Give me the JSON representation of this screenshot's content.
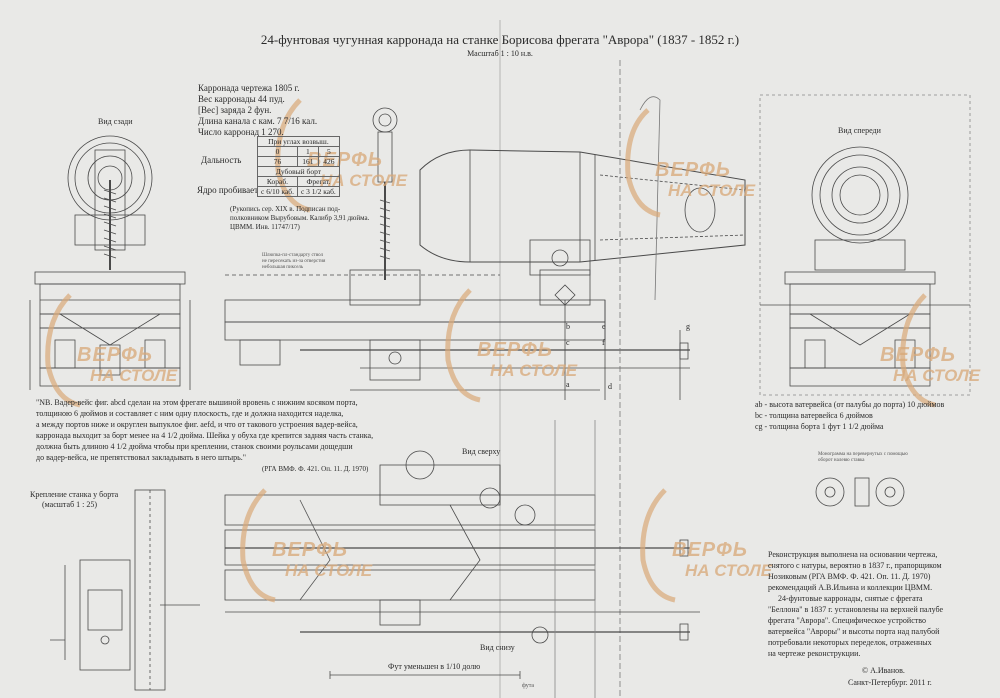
{
  "title": "24-фунтовая чугунная карронада на станке Борисова фрегата \"Аврора\" (1837 - 1852 г.)",
  "scale": "Масштаб 1 : 10 н.в.",
  "views": {
    "rear": "Вид сзади",
    "front": "Вид спереди",
    "top": "Вид сверху",
    "bottom": "Вид снизу",
    "mount": "Крепление станка у борта",
    "mount_scale": "(масштаб 1 : 25)"
  },
  "specs": [
    "Карронада чертежа 1805 г.",
    "Вес карронады 44 пуд.",
    "[Вес] заряда 2 фун.",
    "Длина канала с кам. 7 7/16 кал.",
    "Число карронад 1 270."
  ],
  "table": {
    "head": "При углах возвыш.",
    "angles": [
      "0",
      "1",
      "5"
    ],
    "range_label": "Дальность",
    "ranges": [
      "76",
      "161",
      "426"
    ],
    "armor_head": "Дубовый борт",
    "ship": "Кораб.",
    "frigate": "Фрегат.",
    "pierce_label": "Ядро пробивает",
    "pierce_ship": "с 6/10 каб.",
    "pierce_frigate": "с 3 1/2 каб."
  },
  "source_note": [
    "(Рукопись сер. XIX в. Подписан под-",
    "полковником Вырубовым. Калибр 3,91 дюйма.",
    "ЦВММ. Инв. 11747/17)"
  ],
  "tiny_note": [
    "Шлюпка-пл-стандарту ствол",
    "не пересекать из-за отверстия",
    "небольшая пиксель"
  ],
  "tiny_note2": [
    "Монограмма на перевернутых с помощью",
    "оборот налевю ставка"
  ],
  "nb_text": [
    "\"NB. Вадер-вейс фиг. abcd сделан на этом фрегате вышиной вровень с нижним косяком порта,",
    "толщиною 6 дюймов и составляет с ним одну плоскость, где и должна находится наделка,",
    "а между портов ниже и округлен выпуклое фиг. aefd, и что от такового устроения вадер-вейса,",
    " карронада выходит за борт менее на 4 1/2 дюйма. Шейка у обуха где крепится задняя часть станка,",
    "должна быть длиною 4 1/2 дюйма чтобы при креплении, станок своими роульсами дощедши",
    "до вадер-вейса, не препятствовал закладывать в него штырь.\""
  ],
  "nb_source": "(РГА ВМФ. Ф. 421. Оп. 11. Д. 1970)",
  "legend": [
    "ab - высота ватервейса (от палубы до порта) 10 дюймов",
    "bc - толщина ватервейса 6 дюймов",
    "cg - толщина борта 1 фут 1 1/2 дюйма"
  ],
  "reconstruction": [
    "Реконструкция выполнена на основании чертежа,",
    "снятого с натуры, вероятно в 1837 г., прапорщиком",
    "Нозиковым (РГА ВМФ. Ф. 421. Оп. 11. Д. 1970)",
    "рекомендаций А.В.Ильина и коллекции ЦВММ.",
    "24-фунтовые карронады, снятые с фрегата",
    "\"Беллона\" в 1837 г. установлены на верхней палубе",
    "фрегата \"Аврора\". Специфическое устройство",
    "ватервейса \"Авроры\" и высоты порта над палубой",
    "потребовали некоторых переделок, отраженных",
    "на чертеже реконструкции."
  ],
  "author": "© А.Иванов.",
  "city": "Санкт-Петербург. 2011 г.",
  "foot_label": "Фут уменьшен в 1/10 долю",
  "futa": "фута",
  "letters": [
    "b",
    "e",
    "c",
    "f",
    "g",
    "a",
    "d"
  ],
  "watermark": {
    "line1": "ВЕРФЬ",
    "line2": "НА СТОЛЕ"
  },
  "colors": {
    "paper": "#e9e9e7",
    "ink": "#3a3a3a",
    "watermark": "#d8a878"
  }
}
